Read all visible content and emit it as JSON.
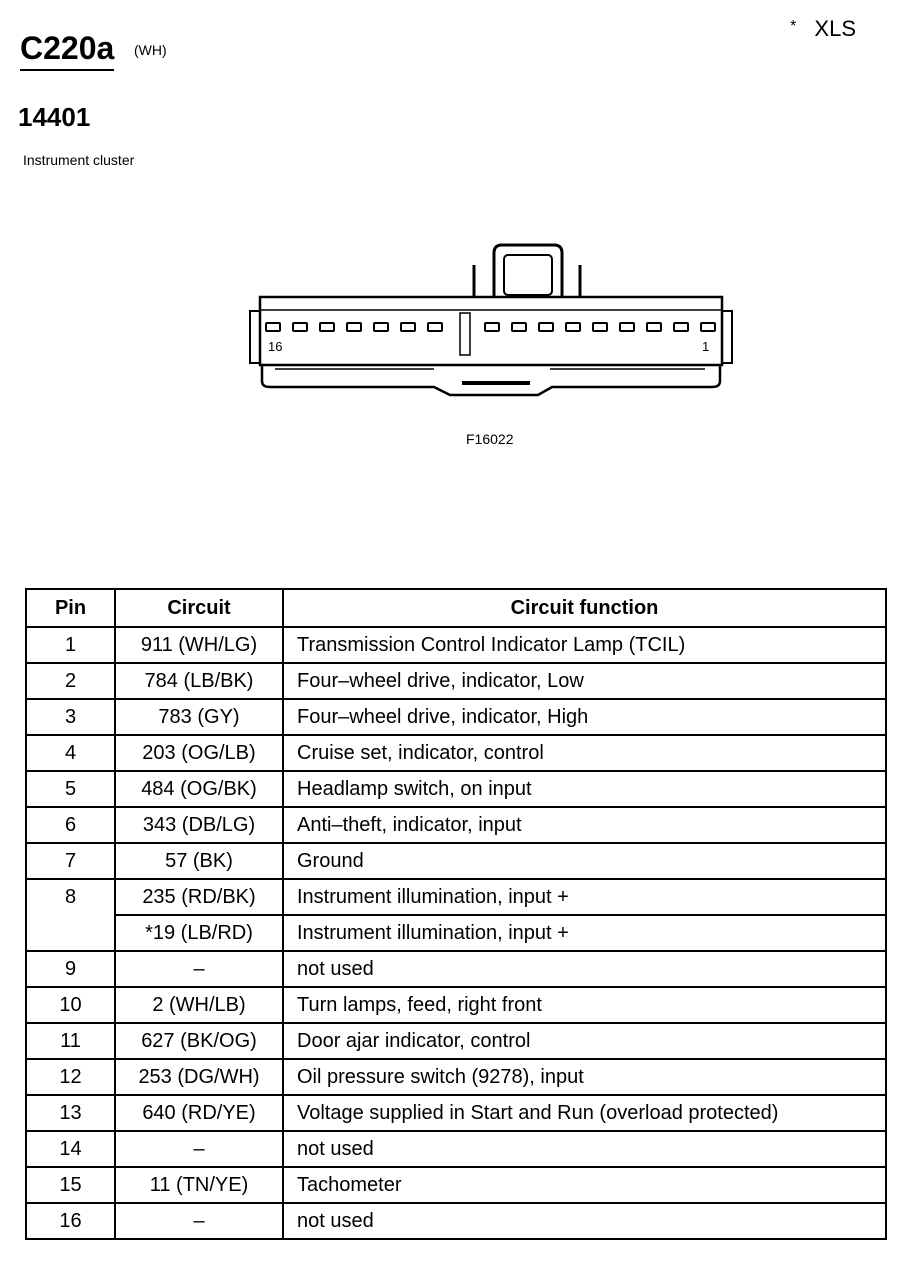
{
  "header": {
    "note_marker": "*",
    "note_text": "XLS"
  },
  "connector": {
    "id": "C220a",
    "color": "(WH)",
    "part_number": "14401",
    "description": "Instrument cluster",
    "figure_code": "F16022",
    "pin_label_left": "16",
    "pin_label_right": "1"
  },
  "table": {
    "headers": [
      "Pin",
      "Circuit",
      "Circuit function"
    ],
    "rows": [
      {
        "pin": "1",
        "circuit": "911 (WH/LG)",
        "function": "Transmission Control Indicator Lamp (TCIL)"
      },
      {
        "pin": "2",
        "circuit": "784 (LB/BK)",
        "function": "Four–wheel drive, indicator, Low"
      },
      {
        "pin": "3",
        "circuit": "783 (GY)",
        "function": "Four–wheel drive, indicator, High"
      },
      {
        "pin": "4",
        "circuit": "203 (OG/LB)",
        "function": "Cruise set, indicator, control"
      },
      {
        "pin": "5",
        "circuit": "484 (OG/BK)",
        "function": "Headlamp switch, on input"
      },
      {
        "pin": "6",
        "circuit": "343 (DB/LG)",
        "function": "Anti–theft, indicator, input"
      },
      {
        "pin": "7",
        "circuit": "57 (BK)",
        "function": "Ground"
      },
      {
        "pin": "8",
        "circuit": "235 (RD/BK)",
        "function": "Instrument illumination, input +"
      },
      {
        "pin": "",
        "circuit": "*19 (LB/RD)",
        "function": "Instrument illumination, input +"
      },
      {
        "pin": "9",
        "circuit": "–",
        "function": "not used"
      },
      {
        "pin": "10",
        "circuit": "2 (WH/LB)",
        "function": "Turn lamps, feed, right front"
      },
      {
        "pin": "11",
        "circuit": "627 (BK/OG)",
        "function": "Door ajar indicator, control"
      },
      {
        "pin": "12",
        "circuit": "253 (DG/WH)",
        "function": "Oil pressure switch (9278), input"
      },
      {
        "pin": "13",
        "circuit": "640 (RD/YE)",
        "function": "Voltage supplied in Start and Run (overload protected)"
      },
      {
        "pin": "14",
        "circuit": "–",
        "function": "not used"
      },
      {
        "pin": "15",
        "circuit": "11 (TN/YE)",
        "function": "Tachometer"
      },
      {
        "pin": "16",
        "circuit": "–",
        "function": "not used"
      }
    ]
  }
}
